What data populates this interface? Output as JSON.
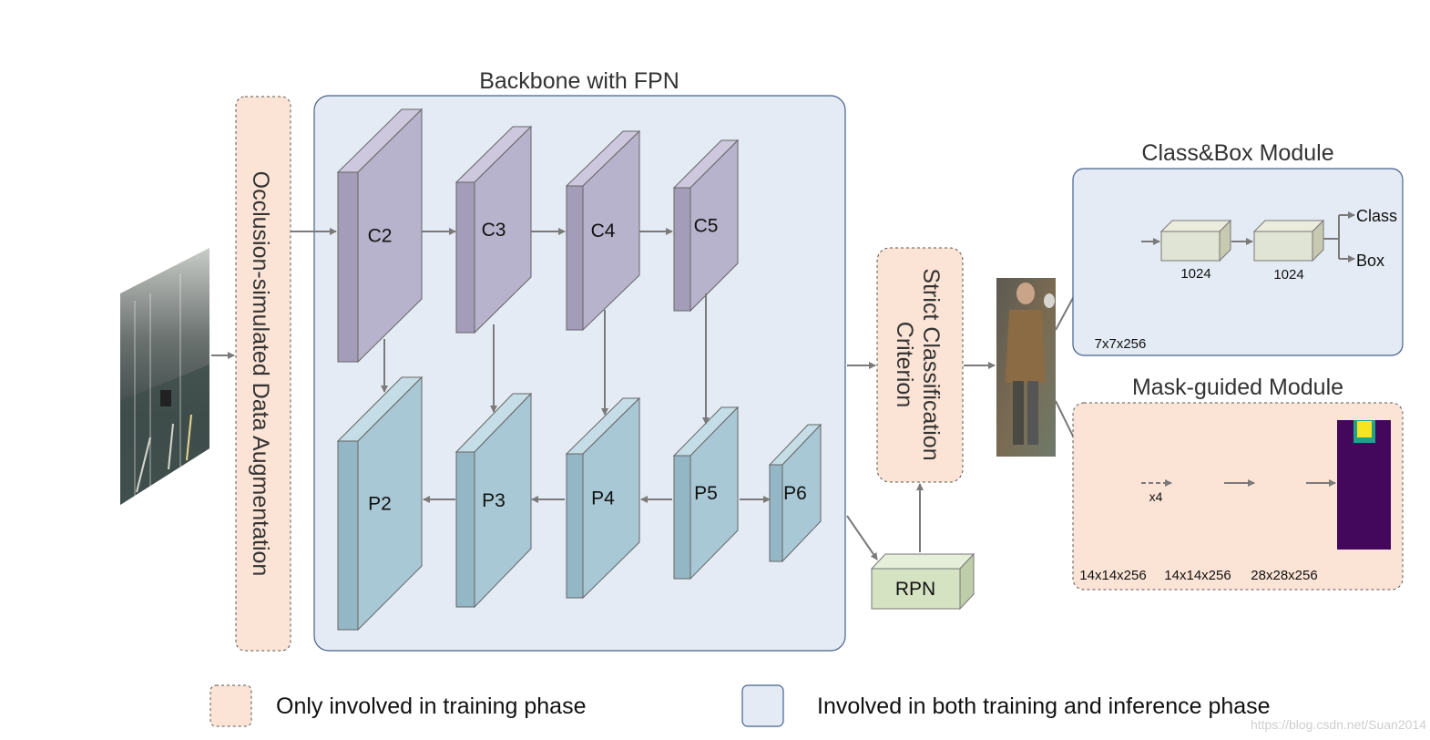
{
  "backbone": {
    "title": "Backbone with FPN",
    "c_layers": [
      "C2",
      "C3",
      "C4",
      "C5"
    ],
    "p_layers": [
      "P2",
      "P3",
      "P4",
      "P5",
      "P6"
    ]
  },
  "augmentation": {
    "label": "Occlusion-simulated Data Augmentation"
  },
  "criterion": {
    "label_line1": "Strict Classification",
    "label_line2": "Criterion"
  },
  "rpn": {
    "label": "RPN"
  },
  "class_box_module": {
    "title": "Class&Box Module",
    "roi_label": "7x7x256",
    "fc_labels": [
      "1024",
      "1024"
    ],
    "outputs": [
      "Class",
      "Box"
    ]
  },
  "mask_module": {
    "title": "Mask-guided Module",
    "layer_labels": [
      "14x14x256",
      "14x14x256",
      "28x28x256"
    ],
    "repeat_label": "x4"
  },
  "legend": {
    "training_only": "Only involved in training phase",
    "both": "Involved in both training and inference phase"
  },
  "watermark": "https://blog.csdn.net/Suan2014",
  "colors": {
    "backbone_bg": "#e4ebf5",
    "backbone_border": "#46608c",
    "training_bg": "#fbe4d5",
    "c_layer_front": "#b8b3cc",
    "c_layer_side": "#a39db9",
    "c_layer_top": "#cdc8de",
    "p_layer_front": "#a9c8d5",
    "p_layer_side": "#94b7c6",
    "p_layer_top": "#c4dde7",
    "head_layer_front": "#dcdcc4",
    "rpn_front": "#d6e3c3",
    "arrow": "#7a7a7a",
    "mask_bg": "#43075c",
    "mask_fg": "#f5e41f"
  }
}
